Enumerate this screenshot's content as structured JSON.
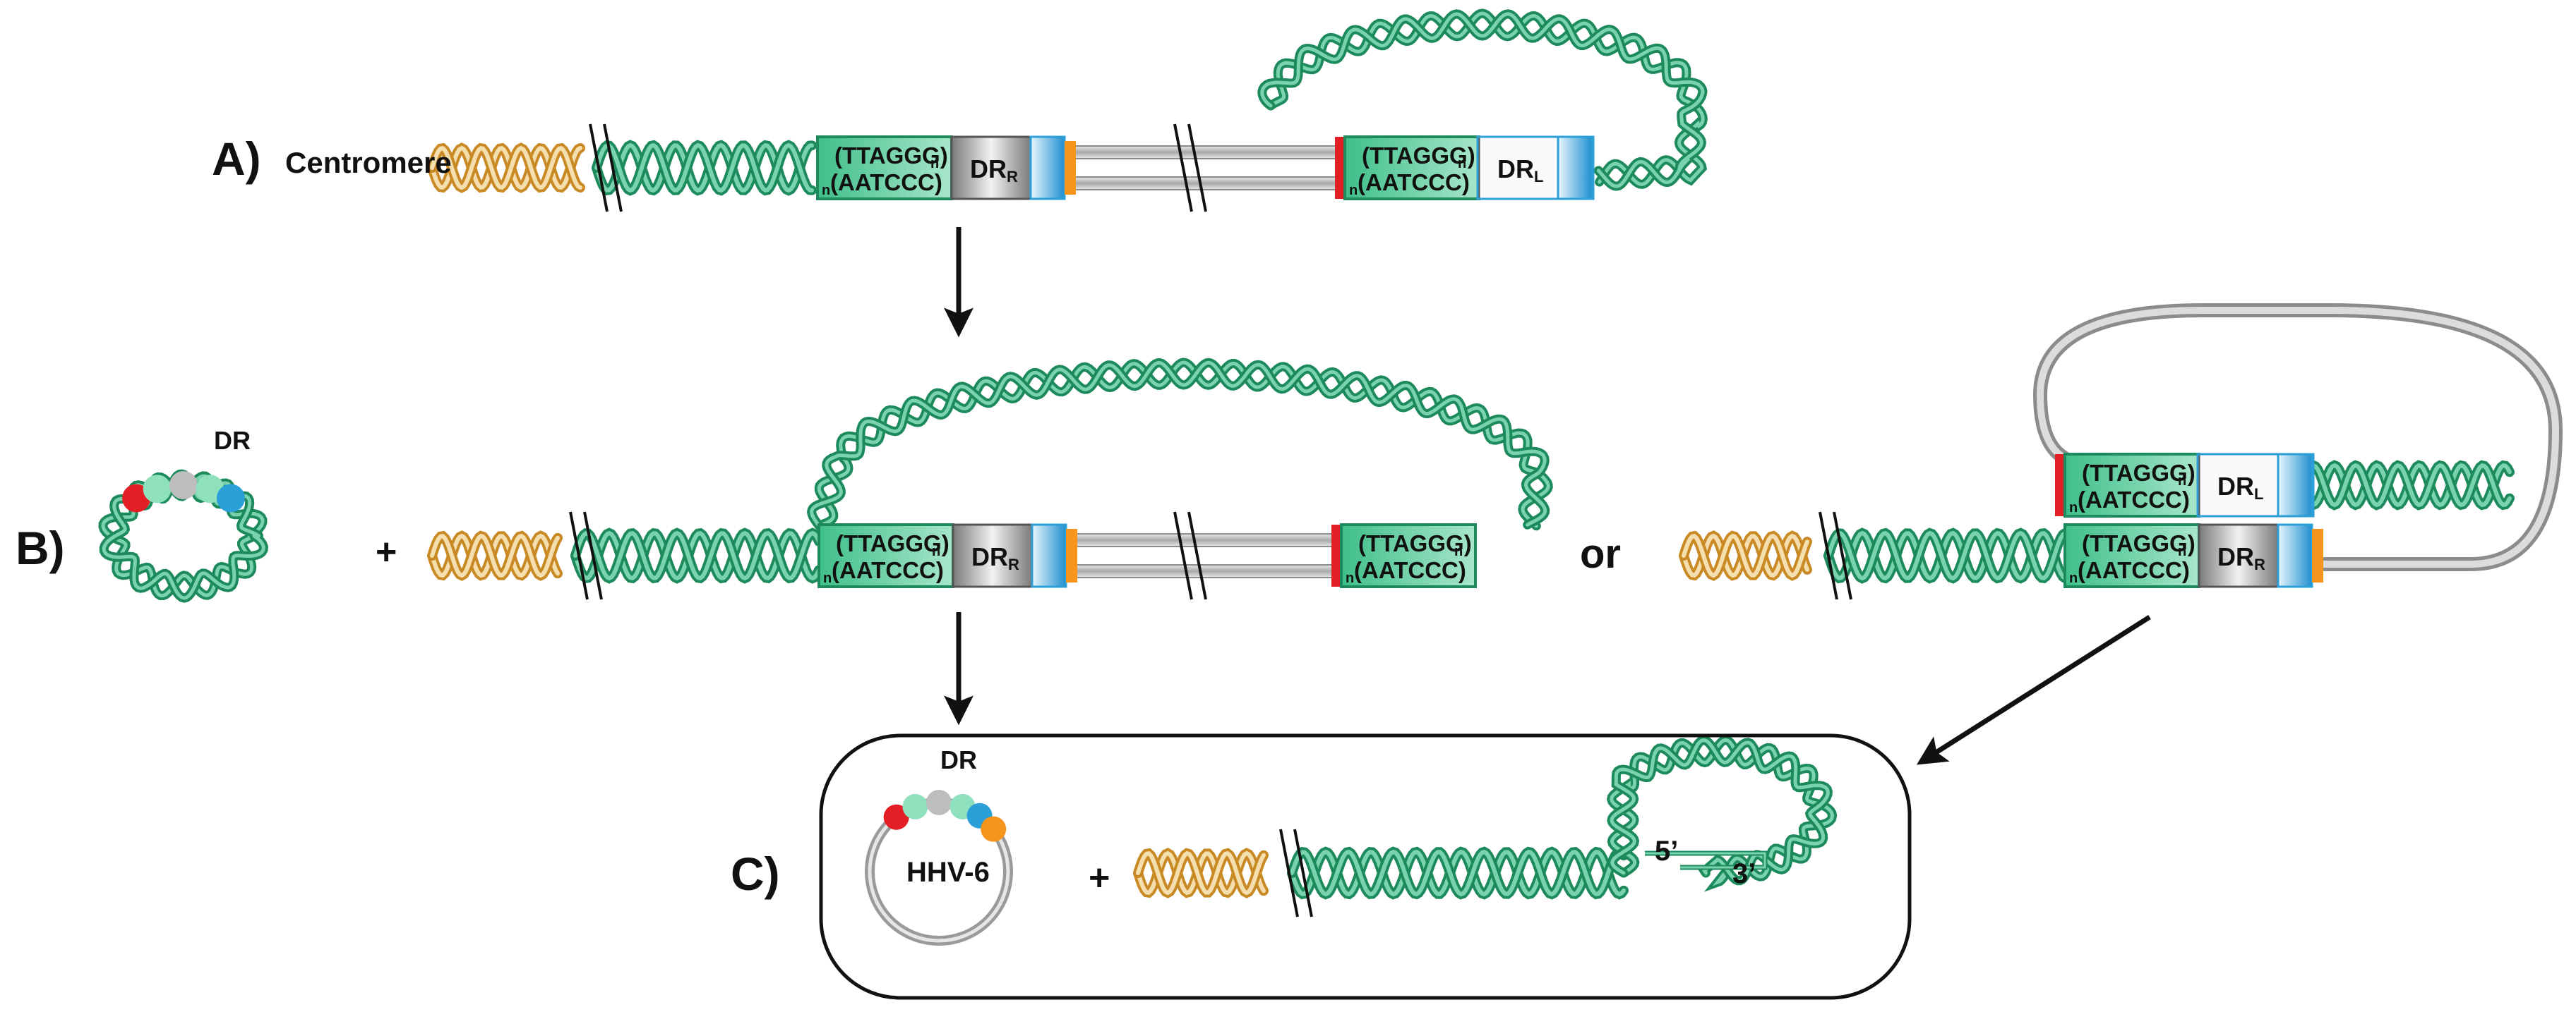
{
  "panels": {
    "a": "A)",
    "b": "B)",
    "c": "C)"
  },
  "centromere_label": "Centromere",
  "telomere_repeat": {
    "top": "(TTAGGG)",
    "bottom": "(AATCCC)",
    "subscript": "n"
  },
  "dr": {
    "base": "DR",
    "right_sub": "R",
    "left_sub": "L"
  },
  "plus": "+",
  "or": "or",
  "circle_label": "HHV-6",
  "prime5": "5’",
  "prime3": "3’",
  "colors": {
    "telomere_green": "#1d8a5c",
    "telomere_fill": "#79d3ae",
    "centromere_gold": "#c98a26",
    "viral_gray": "#b3b3b3",
    "red": "#e31e24",
    "blue": "#2a9fd8",
    "orange": "#f7941d",
    "black": "#111111"
  },
  "icons": [
    "helix-icon",
    "arrow-icon",
    "break-mark-icon",
    "circle-episome-icon"
  ]
}
